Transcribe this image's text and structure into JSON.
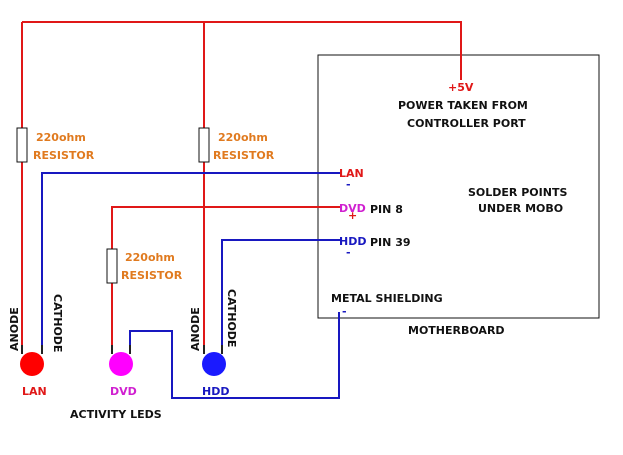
{
  "diagram": {
    "motherboard": {
      "label": "MOTHERBOARD",
      "power_voltage": "+5V",
      "power_note_line1": "POWER TAKEN FROM",
      "power_note_line2": "CONTROLLER PORT",
      "solder_line1": "SOLDER POINTS",
      "solder_line2": "UNDER MOBO",
      "port_lan": "LAN",
      "port_dvd": "DVD",
      "port_hdd": "HDD",
      "pin_dvd": "PIN 8",
      "pin_hdd": "PIN 39",
      "shield_label": "METAL SHIELDING",
      "minus": "-",
      "plus": "+"
    },
    "resistors": [
      {
        "value": "220ohm",
        "type": "RESISTOR"
      },
      {
        "value": "220ohm",
        "type": "RESISTOR"
      },
      {
        "value": "220ohm",
        "type": "RESISTOR"
      }
    ],
    "leds": [
      {
        "name": "LAN",
        "color": "#ff0000"
      },
      {
        "name": "DVD",
        "color": "#ff00ff"
      },
      {
        "name": "HDD",
        "color": "#1a1aff"
      }
    ],
    "leg_anode": "ANODE",
    "leg_cathode": "CATHODE",
    "caption": "ACTIVITY LEDS",
    "colors": {
      "wire_red": "#e01818",
      "wire_blue": "#1818c0",
      "label_orange": "#e07a1f"
    }
  }
}
